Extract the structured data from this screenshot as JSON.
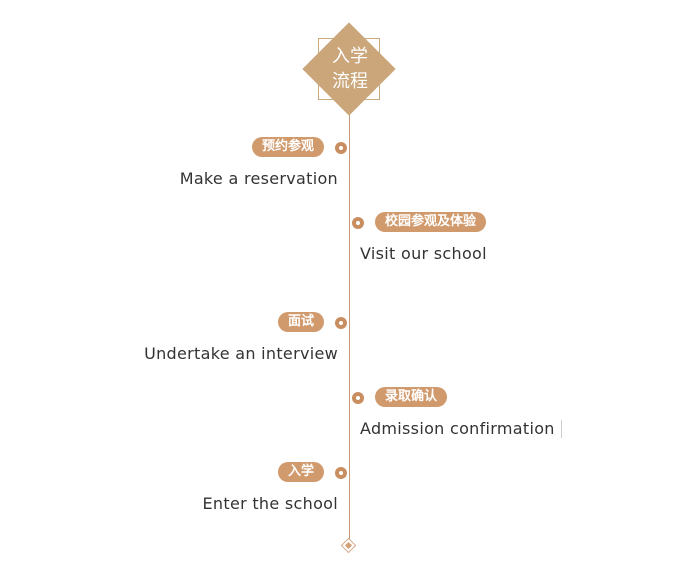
{
  "header": {
    "line1": "入学",
    "line2": "流程"
  },
  "colors": {
    "accent": "#caa67a",
    "tag": "#d19a6d",
    "dot": "#c98e60",
    "line": "#c69a78",
    "text": "#333333"
  },
  "steps": [
    {
      "tag": "预约参观",
      "label": "Make a reservation",
      "side": "left"
    },
    {
      "tag": "校园参观及体验",
      "label": "Visit our school",
      "side": "right"
    },
    {
      "tag": "面试",
      "label": "Undertake an interview",
      "side": "left"
    },
    {
      "tag": "录取确认",
      "label": "Admission confirmation",
      "side": "right"
    },
    {
      "tag": "入学",
      "label": "Enter the school",
      "side": "left"
    }
  ]
}
